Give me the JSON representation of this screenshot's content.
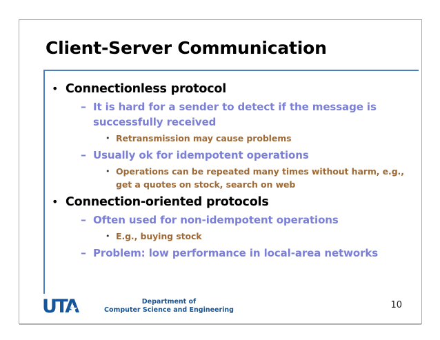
{
  "slide": {
    "title": "Client-Server Communication",
    "page_number": "10",
    "accent_border_color": "#4a7ebb",
    "frame_border_color": "#a8a8a8",
    "level1_color": "#000000",
    "level2_color": "#7b80d6",
    "level3_color": "#9e6b38",
    "brand_color": "#15559a"
  },
  "bullets": [
    {
      "level": 1,
      "marker": "•",
      "text": "Connectionless protocol"
    },
    {
      "level": 2,
      "marker": "–",
      "text": "It is hard for a sender to detect if the message is successfully received"
    },
    {
      "level": 3,
      "marker": "•",
      "text": "Retransmission may cause problems"
    },
    {
      "level": 2,
      "marker": "–",
      "text": "Usually ok for idempotent operations"
    },
    {
      "level": 3,
      "marker": "•",
      "text": "Operations can be repeated many times without harm, e.g., get a quotes on stock, search on web"
    },
    {
      "level": 1,
      "marker": "•",
      "text": "Connection-oriented protocols"
    },
    {
      "level": 2,
      "marker": "–",
      "text": "Often used for non-idempotent operations"
    },
    {
      "level": 3,
      "marker": "•",
      "text": "E.g., buying stock"
    },
    {
      "level": 2,
      "marker": "–",
      "text": "Problem: low performance in local-area networks"
    }
  ],
  "footer": {
    "logo_wordmark": "UTA",
    "logo_star": "★",
    "department_line1": "Department of",
    "department_line2": "Computer Science and Engineering"
  }
}
